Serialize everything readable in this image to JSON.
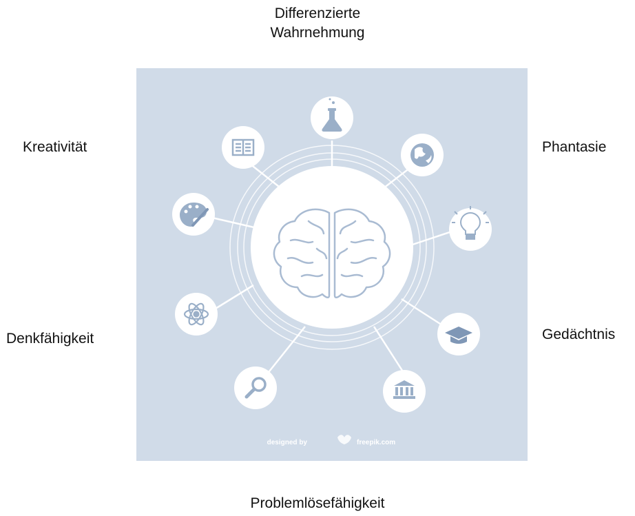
{
  "labels": {
    "top": "Differenzierte Wahrnehmung",
    "creativity": "Kreativität",
    "imagination": "Phantasie",
    "thinking": "Denkfähigkeit",
    "memory": "Gedächtnis",
    "problem_solving": "Problemlösefähigkeit"
  },
  "illustration": {
    "credit": "designed by freepik.com",
    "colors": {
      "background": "#d0dbe8",
      "circle": "#ffffff",
      "icon": "#9aafc8",
      "icon_dark": "#7f97b6"
    },
    "icons": [
      "flask-icon",
      "book-icon",
      "globe-icon",
      "palette-icon",
      "lightbulb-icon",
      "atom-icon",
      "graduation-cap-icon",
      "magnifier-icon",
      "bank-icon",
      "brain-icon"
    ]
  }
}
